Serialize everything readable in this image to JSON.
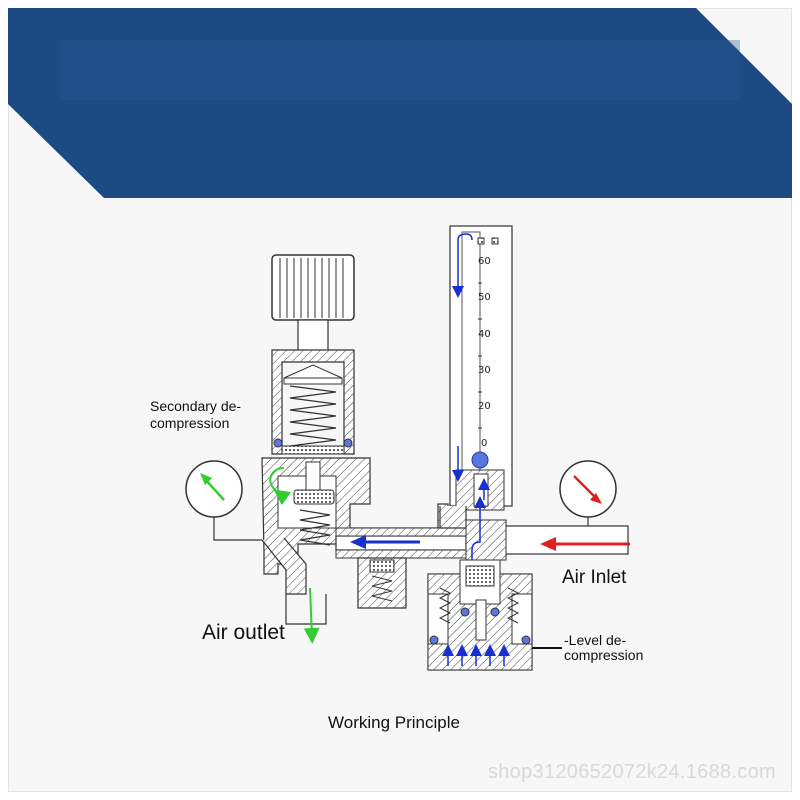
{
  "diagram": {
    "labels": {
      "secondary_decompression": "Secondary de-compression",
      "air_inlet": "Air Inlet",
      "air_outlet": "Air outlet",
      "level_decompression": "-Level de-compression",
      "caption": "Working Principle"
    },
    "flowmeter_scale": [
      "60",
      "50",
      "40",
      "30",
      "20",
      "0"
    ],
    "colors": {
      "banner": "#1e4a84",
      "inlet_arrow": "#e02020",
      "flow_arrow": "#1a2fd0",
      "outlet_arrow": "#33cc33",
      "gauge_arrow_left": "#33cc33",
      "gauge_arrow_right": "#e02020",
      "ball": "#5b78e0"
    }
  },
  "watermark": "shop3120652072k24.1688.com"
}
